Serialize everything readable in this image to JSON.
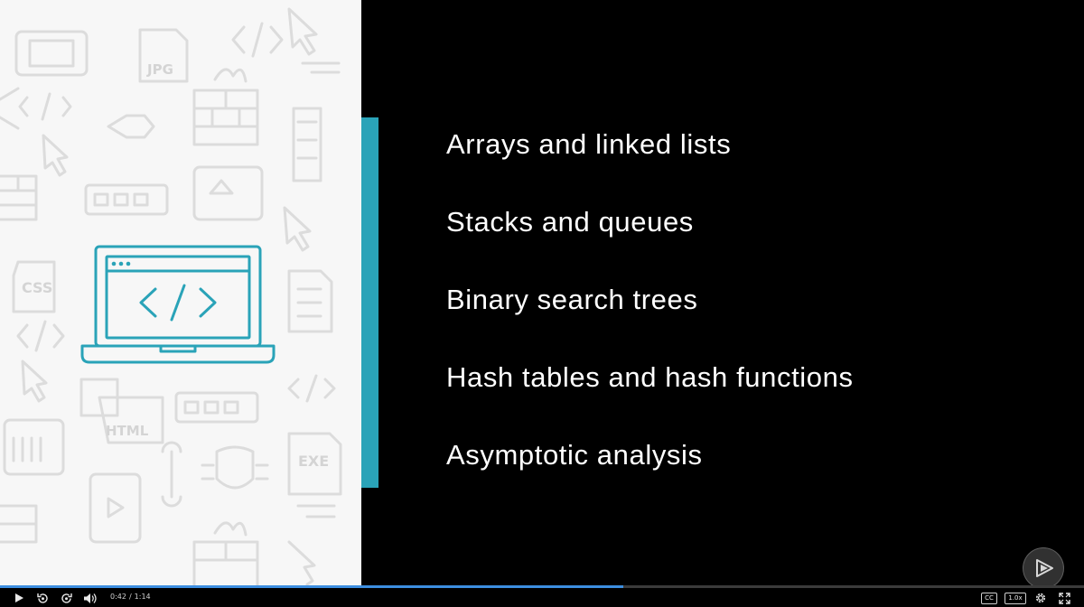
{
  "slide": {
    "topics": [
      "Arrays and linked lists",
      "Stacks and queues",
      "Binary search trees",
      "Hash tables and hash functions",
      "Asymptotic analysis"
    ],
    "laptop_code_glyph": "</>",
    "pattern_labels": {
      "jpg": "JPG",
      "css": "CSS",
      "html": "HTML",
      "exe": "EXE",
      "code1": "</>",
      "code2": "</>",
      "code3": "</>",
      "code4": "</>"
    },
    "colors": {
      "accent": "#2aa3b8",
      "background": "#000000",
      "text": "#ffffff"
    }
  },
  "player": {
    "current_time": "0:42",
    "separator": "/",
    "duration": "1:14",
    "progress": 0.575,
    "cc_label": "CC",
    "speed_label": "1.0x",
    "icons": {
      "play": "play-icon",
      "rewind": "rewind-10-icon",
      "forward": "forward-10-icon",
      "volume": "volume-icon",
      "settings": "gear-icon",
      "fullscreen": "fullscreen-icon",
      "brand": "pluralsight-logo-icon"
    }
  }
}
